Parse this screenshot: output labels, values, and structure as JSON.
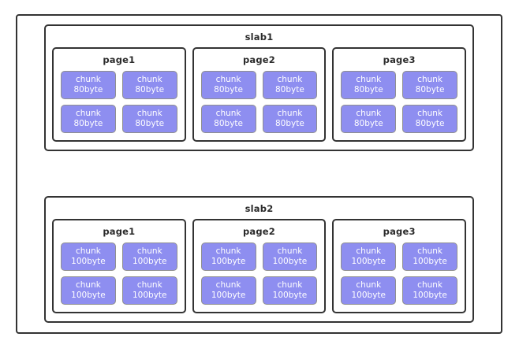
{
  "diagram": {
    "name": "slab-allocator-memory-layout",
    "colors": {
      "chunk_fill": "#8e8ef0",
      "chunk_border": "#8f8f8f",
      "chunk_text": "#ffffff",
      "box_border": "#333333",
      "background": "#ffffff"
    },
    "slabs": [
      {
        "title": "slab1",
        "pages": [
          {
            "title": "page1",
            "chunks": [
              {
                "label": "chunk",
                "size": "80byte"
              },
              {
                "label": "chunk",
                "size": "80byte"
              },
              {
                "label": "chunk",
                "size": "80byte"
              },
              {
                "label": "chunk",
                "size": "80byte"
              }
            ]
          },
          {
            "title": "page2",
            "chunks": [
              {
                "label": "chunk",
                "size": "80byte"
              },
              {
                "label": "chunk",
                "size": "80byte"
              },
              {
                "label": "chunk",
                "size": "80byte"
              },
              {
                "label": "chunk",
                "size": "80byte"
              }
            ]
          },
          {
            "title": "page3",
            "chunks": [
              {
                "label": "chunk",
                "size": "80byte"
              },
              {
                "label": "chunk",
                "size": "80byte"
              },
              {
                "label": "chunk",
                "size": "80byte"
              },
              {
                "label": "chunk",
                "size": "80byte"
              }
            ]
          }
        ]
      },
      {
        "title": "slab2",
        "pages": [
          {
            "title": "page1",
            "chunks": [
              {
                "label": "chunk",
                "size": "100byte"
              },
              {
                "label": "chunk",
                "size": "100byte"
              },
              {
                "label": "chunk",
                "size": "100byte"
              },
              {
                "label": "chunk",
                "size": "100byte"
              }
            ]
          },
          {
            "title": "page2",
            "chunks": [
              {
                "label": "chunk",
                "size": "100byte"
              },
              {
                "label": "chunk",
                "size": "100byte"
              },
              {
                "label": "chunk",
                "size": "100byte"
              },
              {
                "label": "chunk",
                "size": "100byte"
              }
            ]
          },
          {
            "title": "page3",
            "chunks": [
              {
                "label": "chunk",
                "size": "100byte"
              },
              {
                "label": "chunk",
                "size": "100byte"
              },
              {
                "label": "chunk",
                "size": "100byte"
              },
              {
                "label": "chunk",
                "size": "100byte"
              }
            ]
          }
        ]
      }
    ]
  }
}
